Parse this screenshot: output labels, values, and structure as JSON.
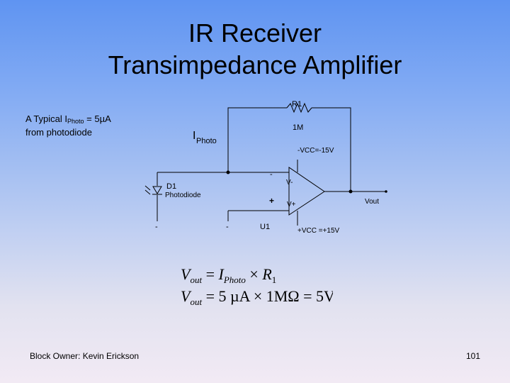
{
  "title": {
    "line1": "IR Receiver",
    "line2": "Transimpedance Amplifier"
  },
  "note": {
    "prefix": "A Typical I",
    "sub": "Photo",
    "suffix": " = 5µA",
    "line2": "from photodiode"
  },
  "circuit": {
    "r1_label": "R1",
    "r1_value": "1M",
    "iphoto_main": "I",
    "iphoto_sub": "Photo",
    "vcc_neg": "-VCC=-15V",
    "vcc_pos": "+VCC =+15V",
    "v_minus": "V-",
    "v_plus": "V+",
    "inv_sign": "-",
    "noninv_sign": "+",
    "d1_label": "D1",
    "d1_desc": "Photodiode",
    "vout": "Vout",
    "u1_label": "U1",
    "gnd1": "-",
    "gnd2": "-"
  },
  "equations": {
    "eq1": {
      "lhs": "V",
      "lhs_sub": "out",
      "eq": " = ",
      "i": "I",
      "i_sub": "Photo",
      "times": " × ",
      "r": "R",
      "r_sub": "1"
    },
    "eq2": {
      "lhs": "V",
      "lhs_sub": "out",
      "rhs": " = 5 µA × 1MΩ = 5V"
    }
  },
  "footer": {
    "owner": "Block Owner:  Kevin Erickson",
    "page_number": "101"
  }
}
